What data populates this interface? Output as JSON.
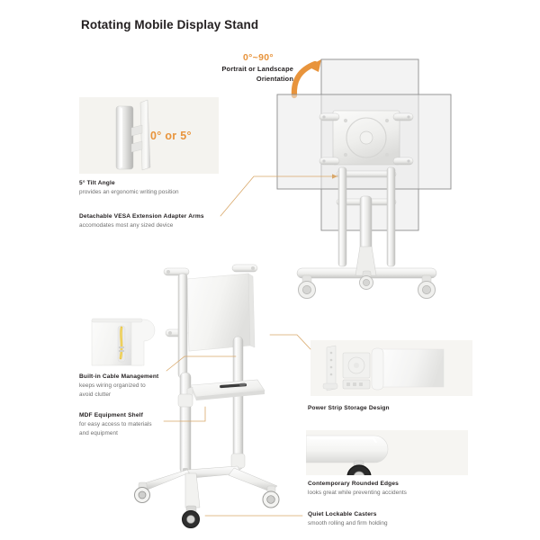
{
  "page": {
    "title": "Rotating Mobile Display Stand",
    "background": "#ffffff"
  },
  "colors": {
    "accent_orange": "#e8943c",
    "connector_line": "#d9a86a",
    "text_dark": "#231f20",
    "text_gray": "#6f6f6f",
    "panel_bg": "#f4f3ef",
    "metal_light": "#f2f2f0",
    "metal_mid": "#dcdcda",
    "metal_shadow": "#b9b9b7",
    "screen_fill": "#e9e9e9",
    "screen_stroke": "#8f8f8f",
    "caster_dark": "#2e2e2e"
  },
  "annotations": {
    "rotation": {
      "angle_label": "0°~90°",
      "orientation_label_line1": "Portrait or Landscape",
      "orientation_label_line2": "Orientation",
      "arrow_icon": "curved-arrow-icon"
    },
    "tilt": {
      "angle_label": "0° or 5°"
    }
  },
  "features": [
    {
      "id": "tilt-angle",
      "heading": "5° Tilt Angle",
      "subtext": "provides an ergonomic writing position"
    },
    {
      "id": "vesa-adapter",
      "heading": "Detachable VESA Extension Adapter Arms",
      "subtext": "accomodates most any sized device"
    },
    {
      "id": "cable-management",
      "heading": "Built-in Cable Management",
      "subtext_line1": "keeps wiring organized to",
      "subtext_line2": "avoid clutter"
    },
    {
      "id": "equipment-shelf",
      "heading": "MDF Equipment Shelf",
      "subtext_line1": "for easy access to materials",
      "subtext_line2": "and equipment"
    },
    {
      "id": "power-strip",
      "heading": "Power Strip Storage Design",
      "subtext": ""
    },
    {
      "id": "rounded-edges",
      "heading": "Contemporary Rounded Edges",
      "subtext": "looks great while preventing accidents"
    },
    {
      "id": "lockable-casters",
      "heading": "Quiet Lockable Casters",
      "subtext": "smooth rolling and firm holding"
    }
  ],
  "illustrations": {
    "main_stand": "mobile-display-stand-rear-view",
    "lower_stand": "mobile-display-stand-angled-view",
    "tilt_photo": "tilt-bracket-closeup-photo",
    "cable_photo": "cable-management-closeup-photo",
    "power_strip_photo": "power-strip-storage-closeup-photo",
    "rounded_edge_photo": "rounded-base-edge-closeup-photo"
  }
}
